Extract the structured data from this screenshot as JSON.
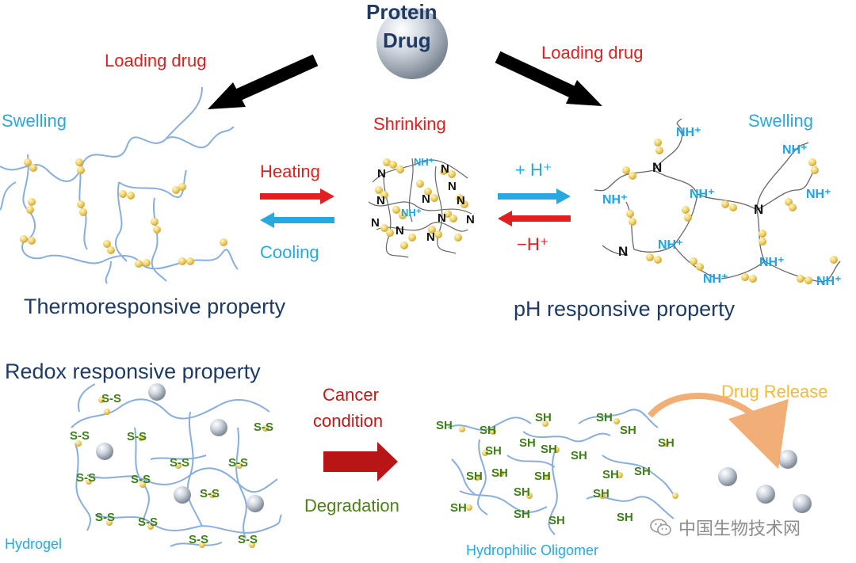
{
  "top": {
    "drug_line1": "Protein",
    "drug_line2": "Drug",
    "loading_left": "Loading drug",
    "loading_right": "Loading drug"
  },
  "thermo": {
    "state_left": "Swelling",
    "state_mid": "Shrinking",
    "heating": "Heating",
    "cooling": "Cooling",
    "title": "Thermoresponsive property"
  },
  "ph": {
    "state_right": "Swelling",
    "plus_h": "+ H⁺",
    "minus_h": "−H⁺",
    "title": "pH responsive property",
    "nh_label": "NH⁺",
    "n_label": "N"
  },
  "redox": {
    "title": "Redox responsive property",
    "cancer_line1": "Cancer",
    "cancer_line2": "condition",
    "degradation": "Degradation",
    "hydrogel": "Hydrogel",
    "oligomer": "Hydrophilic Oligomer",
    "release": "Drug Release",
    "ss_label": "S-S",
    "sh_label": "SH"
  },
  "watermark": {
    "text": "中国生物技术网",
    "icon": "wechat-icon"
  },
  "colors": {
    "red": "#e02020",
    "cyan": "#29a8e0",
    "navy": "#1f3b63",
    "green": "#4f7f1a",
    "dark_red": "#c01818",
    "orange": "#f5b93a",
    "bead": "#f2d36e",
    "chain": "#8aaedc"
  }
}
